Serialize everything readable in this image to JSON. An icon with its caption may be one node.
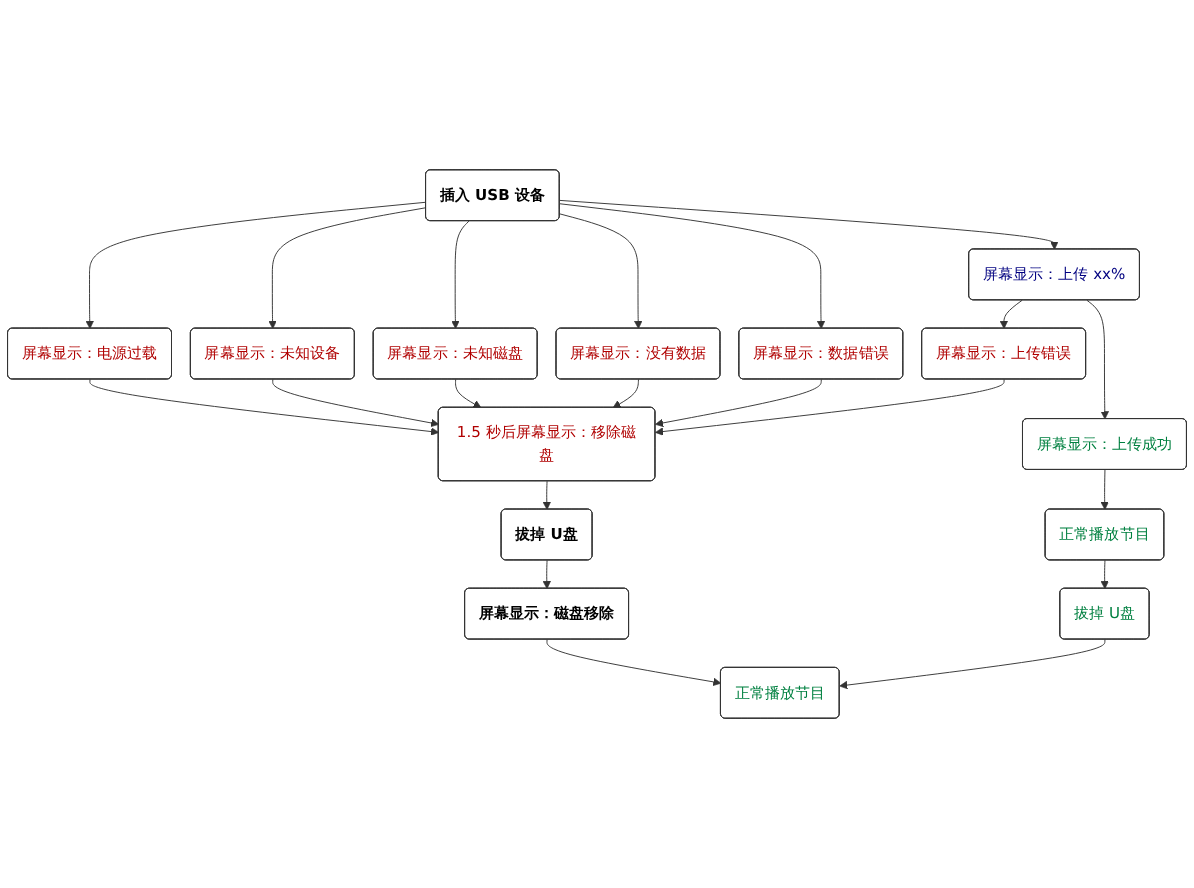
{
  "diagram": {
    "nodes": [
      {
        "text": [
          "插入 USB 设备"
        ]
      },
      {
        "text": [
          "屏幕显示：电源过载"
        ]
      },
      {
        "text": [
          "屏幕显示：未知设备"
        ]
      },
      {
        "text": [
          "屏幕显示：未知磁盘"
        ]
      },
      {
        "text": [
          "屏幕显示：没有数据"
        ]
      },
      {
        "text": [
          "屏幕显示：数据错误"
        ]
      },
      {
        "text": [
          "屏幕显示：上传 xx%"
        ]
      },
      {
        "text": [
          "屏幕显示：上传错误"
        ]
      },
      {
        "text": [
          "屏幕显示：上传成功"
        ]
      },
      {
        "text": [
          "正常播放节目"
        ]
      },
      {
        "text": [
          "1.5 秒后屏幕显示：移除磁盘"
        ]
      },
      {
        "text": [
          "拔掉 U盘"
        ]
      },
      {
        "text": [
          "拔掉 U盘"
        ]
      },
      {
        "text": [
          "屏幕显示：磁盘移除"
        ]
      },
      {
        "text": [
          "正常播放节目"
        ]
      }
    ],
    "edges": [
      {
        "from": 0,
        "to": 1,
        "arrow": "to"
      },
      {
        "from": 0,
        "to": 2,
        "arrow": "to"
      },
      {
        "from": 0,
        "to": 3,
        "arrow": "to"
      },
      {
        "from": 0,
        "to": 4,
        "arrow": "to"
      },
      {
        "from": 0,
        "to": 5,
        "arrow": "to"
      },
      {
        "from": 0,
        "to": 6,
        "arrow": "to"
      },
      {
        "from": 6,
        "to": 7,
        "arrow": "to"
      },
      {
        "from": 6,
        "to": 8,
        "arrow": "to"
      },
      {
        "from": 8,
        "to": 9,
        "arrow": "to"
      },
      {
        "from": 9,
        "to": 11,
        "arrow": "to"
      },
      {
        "from": 7,
        "to": 10,
        "arrow": "to"
      },
      {
        "from": 1,
        "to": 10,
        "arrow": "to"
      },
      {
        "from": 2,
        "to": 10,
        "arrow": "to"
      },
      {
        "from": 3,
        "to": 10,
        "arrow": "to"
      },
      {
        "from": 4,
        "to": 10,
        "arrow": "to"
      },
      {
        "from": 5,
        "to": 10,
        "arrow": "to"
      },
      {
        "from": 10,
        "to": 12,
        "arrow": "to"
      },
      {
        "from": 12,
        "to": 13,
        "arrow": "to"
      },
      {
        "from": 13,
        "to": 14,
        "arrow": "to"
      },
      {
        "from": 11,
        "to": 14,
        "arrow": "to"
      }
    ]
  }
}
